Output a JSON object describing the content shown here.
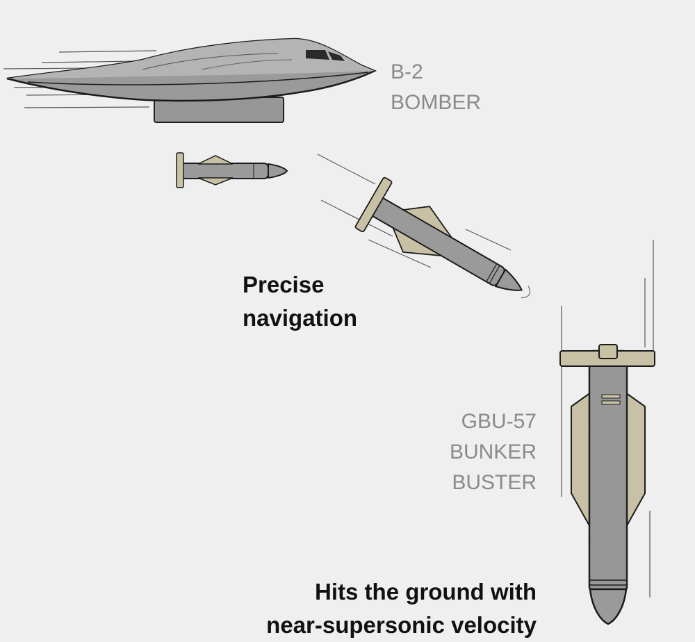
{
  "b2_label": [
    "B-2",
    "BOMBER"
  ],
  "gbu_label": [
    "GBU-57",
    "BUNKER",
    "BUSTER"
  ],
  "nav_caption": [
    "Precise",
    "navigation"
  ],
  "hits_caption": [
    "Hits the ground with",
    "near-supersonic velocity"
  ],
  "colors": {
    "background": "#efefef",
    "metal": "#9a9a9a",
    "metal_light": "#b4b4b4",
    "fin": "#c9c1a6",
    "outline": "#1a1a1a",
    "label_gray": "#8a8a8a"
  }
}
